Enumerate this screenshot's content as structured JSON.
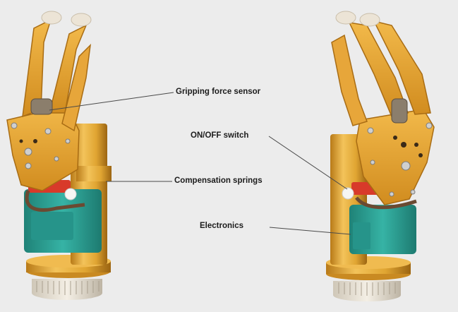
{
  "labels": {
    "gripping_force_sensor": "Gripping force sensor",
    "on_off_switch": "ON/OFF switch",
    "compensation_springs": "Compensation springs",
    "electronics": "Electronics"
  },
  "colors": {
    "background": "#ececec",
    "gold": "#e0a532",
    "gold_dark": "#b3781a",
    "teal": "#2fa69a",
    "red": "#d83a2a",
    "fingertip": "#ece4d6",
    "leader_line": "#4a4a4a"
  }
}
